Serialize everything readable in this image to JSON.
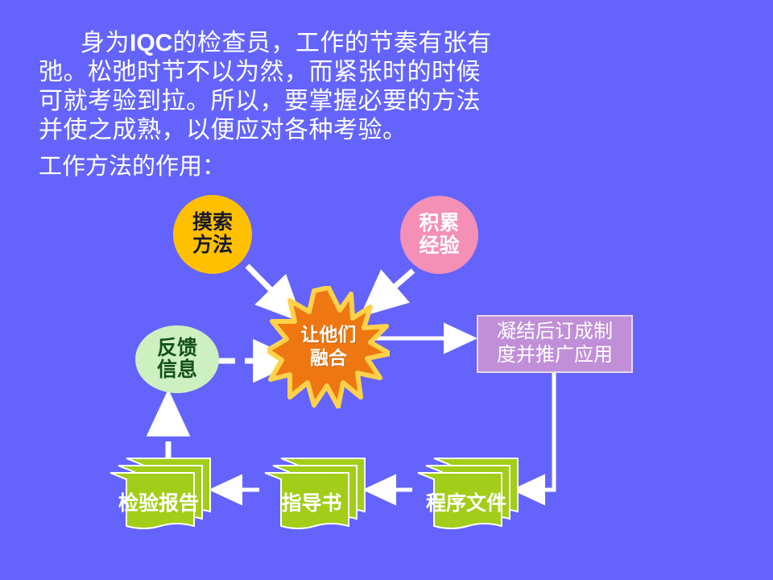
{
  "slide": {
    "background_color": "#6464FC",
    "body_paragraph": {
      "lines": [
        "身为IQC的检查员，工作的节奏有张有",
        "弛。松弛时节不以为然，而紧张时的时候",
        "可就考验到拉。所以，要掌握必要的方法",
        "并使之成熟，以便应对各种考验。"
      ],
      "line1_prefix": "身为",
      "line1_emphasis": "IQC",
      "line1_suffix": "的检查员，工作的节奏有张有"
    },
    "subtitle": "工作方法的作用："
  },
  "diagram": {
    "nodes": {
      "explore": {
        "label_line1": "摸索",
        "label_line2": "方法",
        "shape": "circle",
        "fill_color": "#FFC000",
        "text_color": "#1A1A2E"
      },
      "experience": {
        "label_line1": "积累",
        "label_line2": "经验",
        "shape": "circle",
        "fill_color": "#F48FB6",
        "text_color": "#FFFFFF"
      },
      "fuse": {
        "label_line1": "让他们",
        "label_line2": "融合",
        "shape": "starburst",
        "fill_color": "#EE7711",
        "outline_color": "#FFD24A",
        "text_color": "#FFFFFF"
      },
      "feedback": {
        "label_line1": "反馈",
        "label_line2": "信息",
        "shape": "ellipse",
        "fill_color": "#CCF0C0",
        "text_color": "#14501E"
      },
      "policy": {
        "label_line1": "凝结后订成制",
        "label_line2": "度并推广应用",
        "shape": "rectangle",
        "fill_color": "#C08FD8",
        "border_color": "#E6D7EE",
        "text_color": "#FFFFFF"
      },
      "doc_report": {
        "label": "检验报告",
        "shape": "document-stack",
        "fill_color": "#A2CD18",
        "text_color": "#FFFFFF"
      },
      "doc_guide": {
        "label": "指导书",
        "shape": "document-stack",
        "fill_color": "#A2CD18",
        "text_color": "#FFFFFF"
      },
      "doc_process": {
        "label": "程序文件",
        "shape": "document-stack",
        "fill_color": "#A2CD18",
        "text_color": "#FFFFFF"
      }
    },
    "connectors": {
      "color": "#FFFFFF",
      "explore_to_fuse": "solid-arrow",
      "experience_to_fuse": "solid-arrow",
      "feedback_to_fuse": "dashed-arrow",
      "fuse_to_policy": "solid-arrow",
      "policy_to_doc_process": "solid-elbow-arrow",
      "doc_process_to_doc_guide": "solid-arrow",
      "doc_guide_to_doc_report": "solid-arrow",
      "doc_report_to_feedback": "dashed-arrow"
    }
  }
}
